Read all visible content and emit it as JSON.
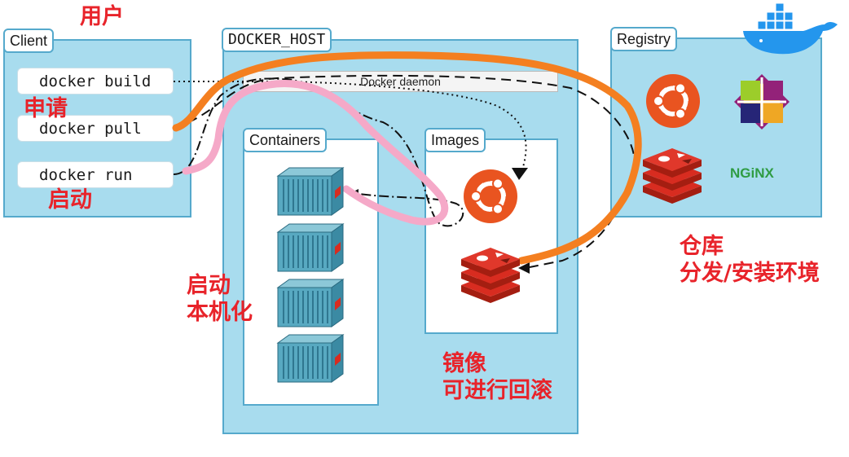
{
  "client": {
    "title": "Client",
    "commands": [
      "docker build",
      "docker pull",
      "docker run"
    ]
  },
  "host": {
    "title": "DOCKER_HOST",
    "daemon": "Docker daemon",
    "containers_title": "Containers",
    "images_title": "Images"
  },
  "registry": {
    "title": "Registry",
    "nginx_label": "NGiNX"
  },
  "annotations": {
    "user": "用户",
    "apply": "申请",
    "start": "启动",
    "container_note": [
      "启动",
      "本机化"
    ],
    "image_note": [
      "镜像",
      "可进行回滚"
    ],
    "registry_note": [
      "仓库",
      "分发/安装环境"
    ]
  },
  "colors": {
    "panel": "#a8dcee",
    "border": "#55a9cc",
    "annotation": "#e8232a",
    "orange": "#f47f20",
    "pink": "#f5a9c8",
    "ubuntu": "#e95420",
    "redis": "#d82c20",
    "container": "#4fa1b8"
  }
}
